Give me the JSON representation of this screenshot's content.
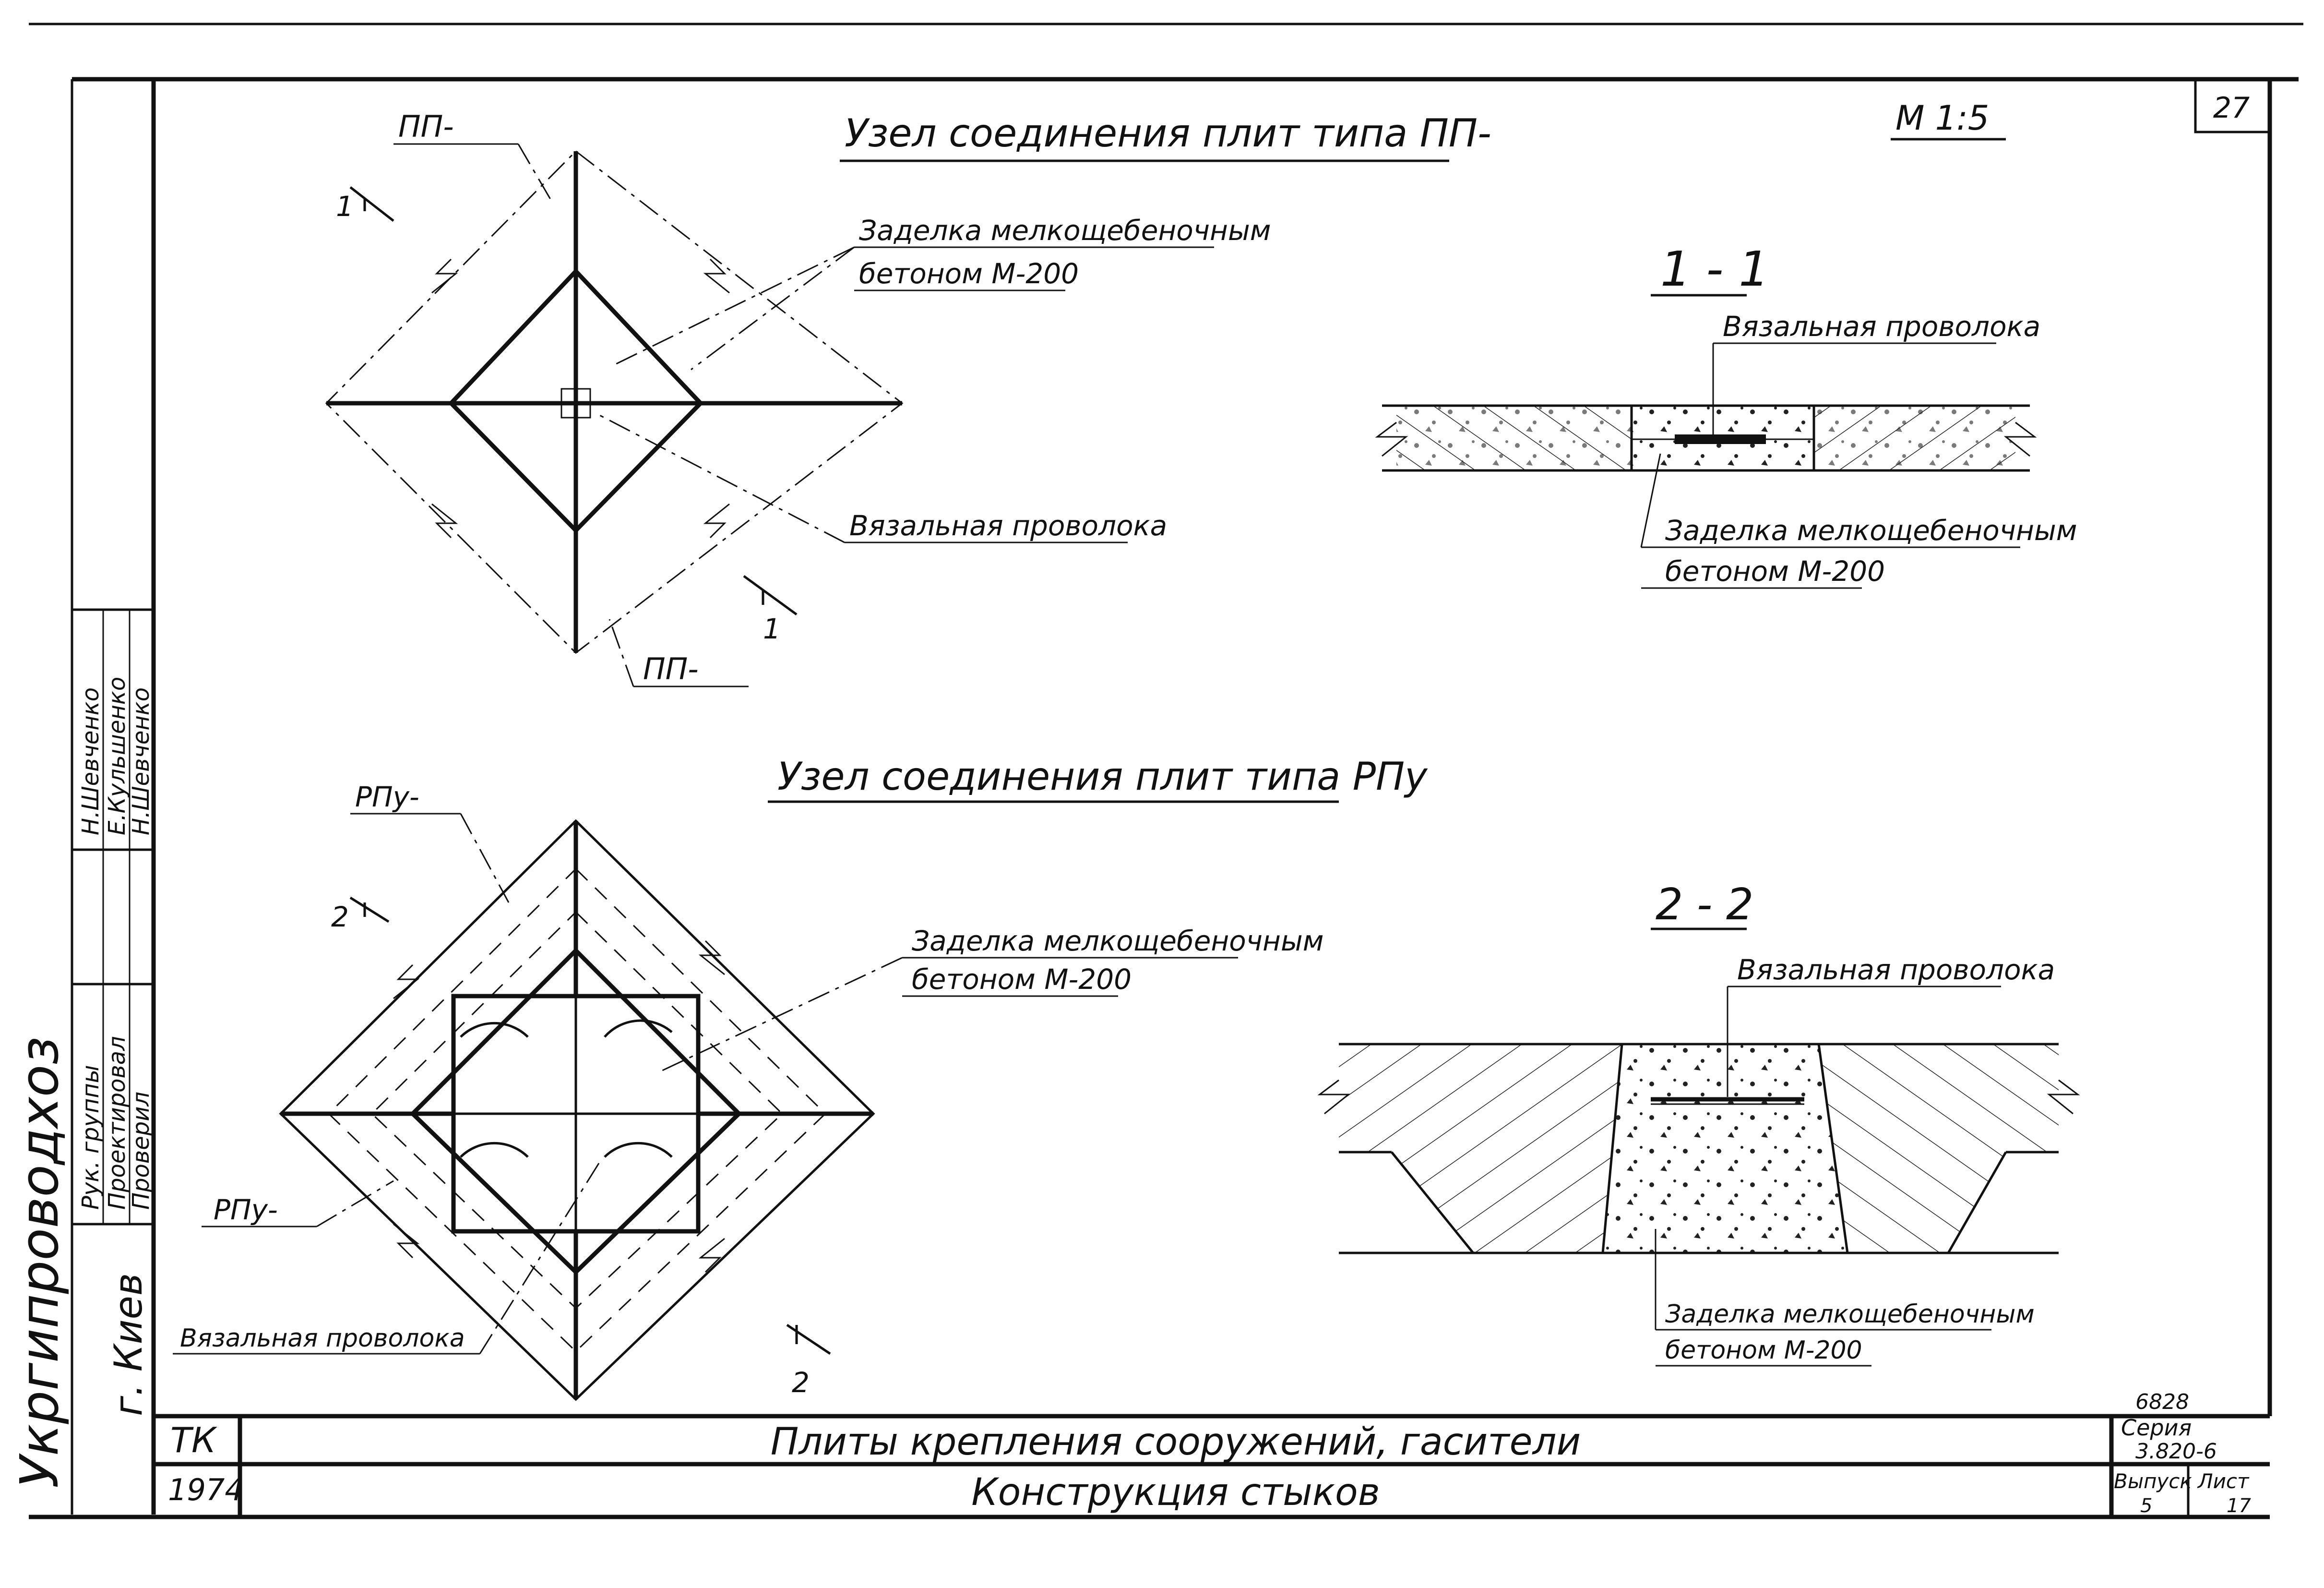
{
  "sheet": {
    "page_number": "27",
    "scale": "М 1:5"
  },
  "top_node": {
    "title": "Узел соединения плит типа ПП-",
    "plate_label_top": "ПП-",
    "plate_label_bottom": "ПП-",
    "fill_line1": "Заделка мелкощебеночным",
    "fill_line2": "бетоном М-200",
    "wire_label": "Вязальная проволока",
    "section_mark_top": "1",
    "section_mark_bottom": "1"
  },
  "bottom_node": {
    "title": "Узел соединения плит типа РПу",
    "plate_label_top": "РПу-",
    "plate_label_left": "РПу-",
    "fill_line1": "Заделка мелкощебеночным",
    "fill_line2": "бетоном М-200",
    "wire_label": "Вязальная проволока",
    "section_mark_top": "2",
    "section_mark_bottom": "2"
  },
  "section_1": {
    "title": "1 - 1",
    "wire_label": "Вязальная проволока",
    "fill_line1": "Заделка мелкощебеночным",
    "fill_line2": "бетоном М-200"
  },
  "section_2": {
    "title": "2 - 2",
    "wire_label": "Вязальная проволока",
    "fill_line1": "Заделка мелкощебеночным",
    "fill_line2": "бетоном М-200"
  },
  "side_stamp": {
    "org": "Укргипроводхоз",
    "city": "г. Киев",
    "roles": [
      "Рук. группы",
      "Проектировал",
      "Проверил"
    ],
    "names": [
      "Н.Шевченко",
      "Е.Кульшенко",
      "Н.Шевченко"
    ]
  },
  "title_block": {
    "code": "ТК",
    "year": "1974",
    "main_title": "Плиты крепления сооружений, гасители",
    "sub_title": "Конструкция стыков",
    "ref_number": "6828",
    "series_label": "Серия",
    "series_value": "3.820-6",
    "issue_label": "Выпуск",
    "issue_value": "5",
    "sheet_label": "Лист",
    "sheet_value": "17"
  }
}
